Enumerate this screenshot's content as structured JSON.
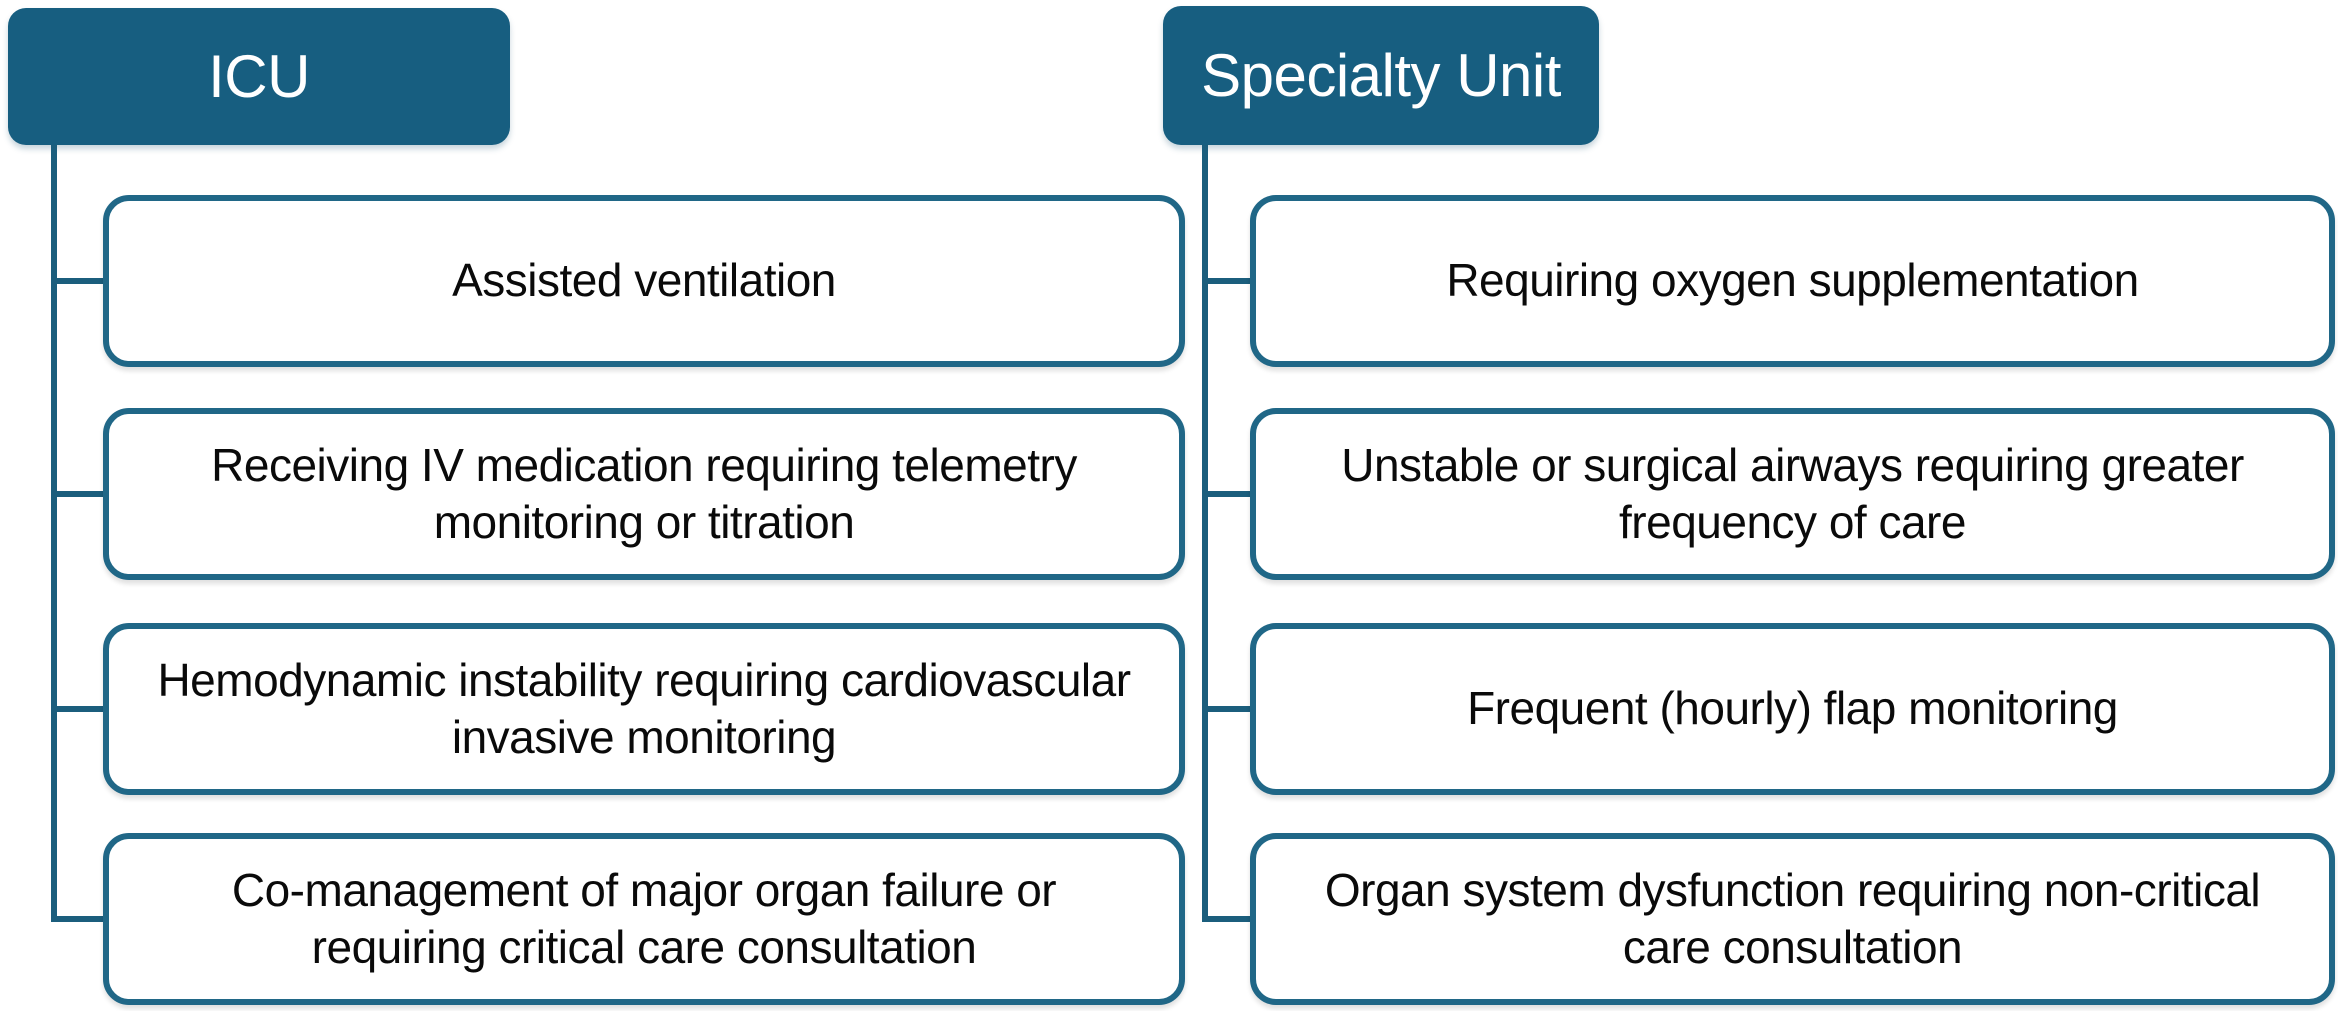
{
  "diagram": {
    "columns": [
      {
        "id": "icu",
        "title": "ICU",
        "items": [
          "Assisted ventilation",
          "Receiving IV medication requiring telemetry monitoring or titration",
          "Hemodynamic instability requiring cardiovascular invasive monitoring",
          "Co-management of major organ failure or requiring critical care consultation"
        ]
      },
      {
        "id": "specialty-unit",
        "title": "Specialty Unit",
        "items": [
          "Requiring oxygen supplementation",
          "Unstable or surgical airways requiring greater frequency of care",
          "Frequent (hourly) flap monitoring",
          "Organ system dysfunction requiring non-critical care consultation"
        ]
      }
    ],
    "colors": {
      "header_fill": "#175E80",
      "header_text": "#FFFFFF",
      "box_border": "#206787",
      "box_fill": "#FFFFFF",
      "connector": "#1B5E7D",
      "item_text": "#0A0A0A",
      "background": "#FFFFFF"
    }
  }
}
